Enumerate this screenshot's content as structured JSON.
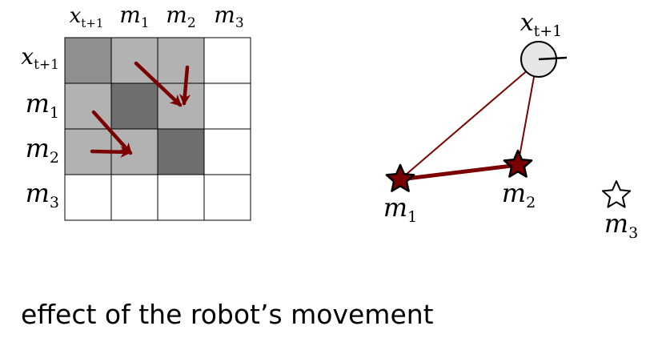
{
  "matrix": {
    "col_labels": [
      {
        "base": "x",
        "sub": "t+1"
      },
      {
        "base": "m",
        "sub": "1"
      },
      {
        "base": "m",
        "sub": "2"
      },
      {
        "base": "m",
        "sub": "3"
      }
    ],
    "row_labels": [
      {
        "base": "x",
        "sub": "t+1"
      },
      {
        "base": "m",
        "sub": "1"
      },
      {
        "base": "m",
        "sub": "2"
      },
      {
        "base": "m",
        "sub": "3"
      }
    ],
    "cell_shades": [
      [
        "medium",
        "light",
        "light",
        "empty"
      ],
      [
        "light",
        "dark",
        "light",
        "empty"
      ],
      [
        "light",
        "light",
        "dark",
        "empty"
      ],
      [
        "empty",
        "empty",
        "empty",
        "empty"
      ]
    ],
    "colors": {
      "empty": "#ffffff",
      "light": "#b2b2b2",
      "medium": "#8f8f8f",
      "dark": "#6e6e6e",
      "arrow": "#7b0000",
      "grid": "#000000"
    }
  },
  "graph": {
    "robot_label": {
      "base": "x",
      "sub": "t+1"
    },
    "robot_fill": "#e6e6e6",
    "landmarks": [
      {
        "base": "m",
        "sub": "1",
        "observed": true
      },
      {
        "base": "m",
        "sub": "2",
        "observed": true
      },
      {
        "base": "m",
        "sub": "3",
        "observed": false
      }
    ],
    "edge_color": "#7b0000",
    "landmark_fill": "#7b0000"
  },
  "caption": "effect of the robot’s movement"
}
